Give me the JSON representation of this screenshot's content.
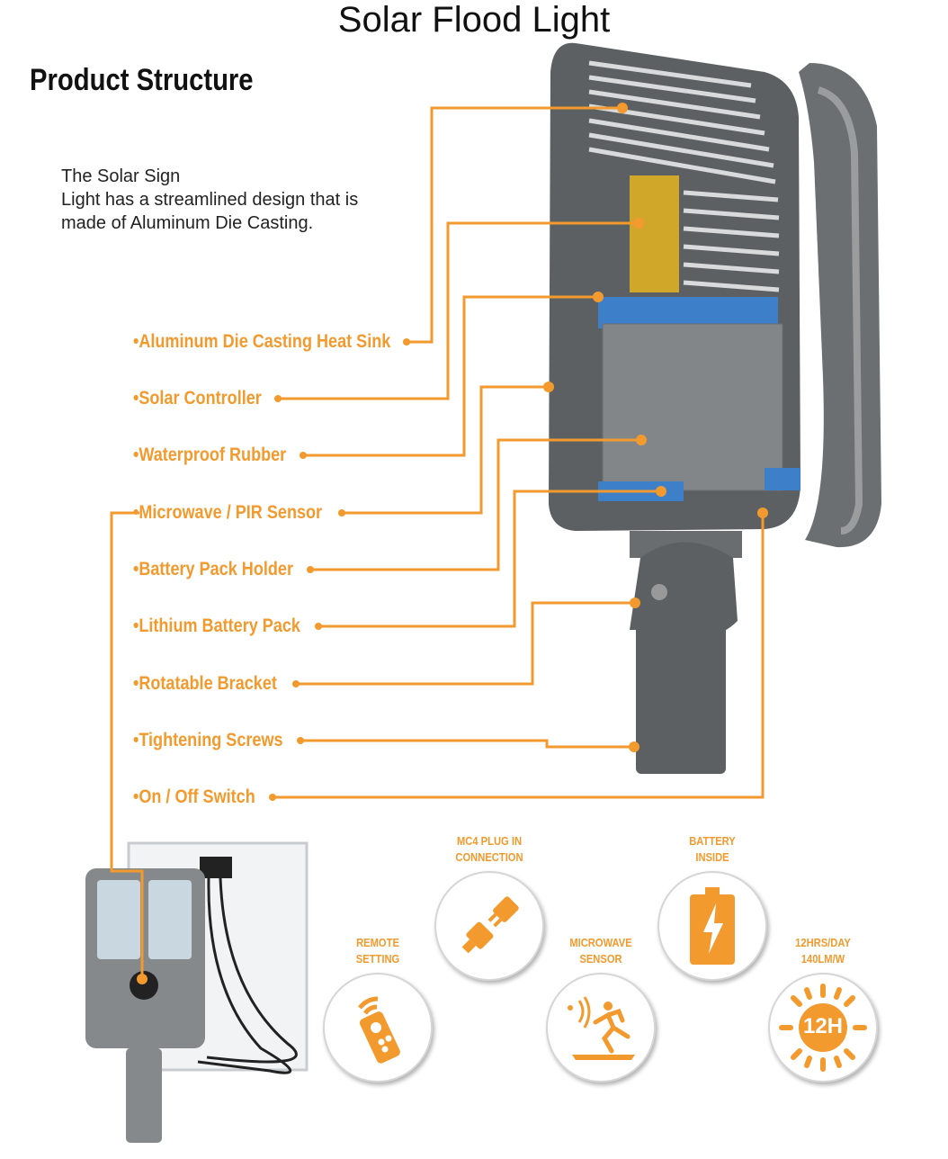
{
  "title": "Solar Flood Light",
  "subtitle": "Product Structure",
  "description": [
    "The Solar Sign",
    "Light has a streamlined design that is",
    "made of Aluminum Die Casting."
  ],
  "labels": [
    "Aluminum Die Casting Heat Sink",
    "Solar Controller",
    "Waterproof Rubber",
    "Microwave / PIR Sensor",
    "Battery Pack Holder",
    "Lithium Battery Pack",
    "Rotatable Bracket",
    "Tightening Screws",
    "On / Off Switch"
  ],
  "features": [
    {
      "line1": "REMOTE",
      "line2": "SETTING",
      "icon": "remote-icon"
    },
    {
      "line1": "MC4 PLUG IN",
      "line2": "CONNECTION",
      "icon": "plug-icon"
    },
    {
      "line1": "MICROWAVE",
      "line2": "SENSOR",
      "icon": "motion-sensor-icon"
    },
    {
      "line1": "BATTERY",
      "line2": "INSIDE",
      "icon": "battery-icon"
    },
    {
      "line1": "12HRS/DAY",
      "line2": "140LM/W",
      "icon": "sun-icon",
      "badge": "12H"
    }
  ],
  "colors": {
    "accent": "#f29a2e",
    "body": "#5d6062"
  }
}
